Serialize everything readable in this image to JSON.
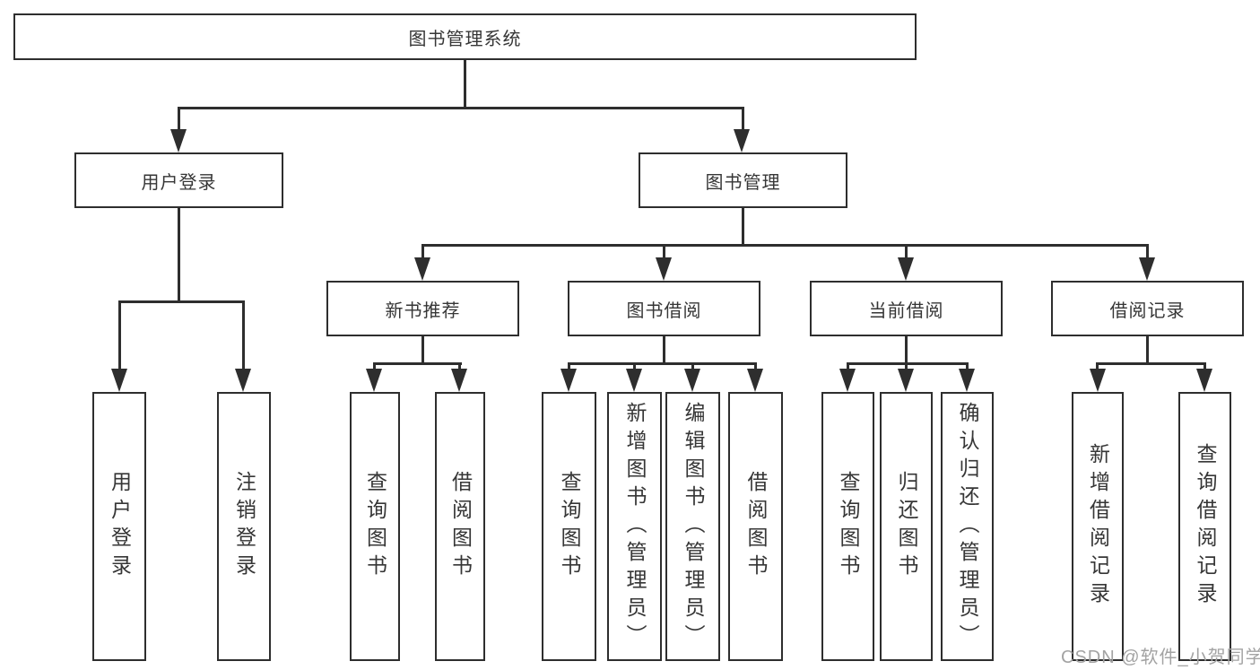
{
  "diagram": {
    "nodes": {
      "root": "图书管理系统",
      "user_login": "用户登录",
      "book_management": "图书管理",
      "new_book_recommend": "新书推荐",
      "book_borrowing": "图书借阅",
      "current_borrowing": "当前借阅",
      "borrowing_records": "借阅记录",
      "ul_user_login": "用户登录",
      "ul_logout": "注销登录",
      "nb_query_books": "查询图书",
      "nb_borrow_books": "借阅图书",
      "bb_query_books": "查询图书",
      "bb_add_books_admin": "新增图书（管理员）",
      "bb_edit_books_admin": "编辑图书（管理员）",
      "bb_borrow_books": "借阅图书",
      "cb_query_books": "查询图书",
      "cb_return_books": "归还图书",
      "cb_confirm_return_admin": "确认归还（管理员）",
      "br_add_record": "新增借阅记录",
      "br_query_record": "查询借阅记录"
    },
    "watermark": "CSDN @软件_小贺同学",
    "colors": {
      "line": "#2e2e2e",
      "text": "#363636",
      "watermark": "#a3a3a3",
      "box_fill": "#ffffff",
      "background": "#ffffff"
    }
  }
}
